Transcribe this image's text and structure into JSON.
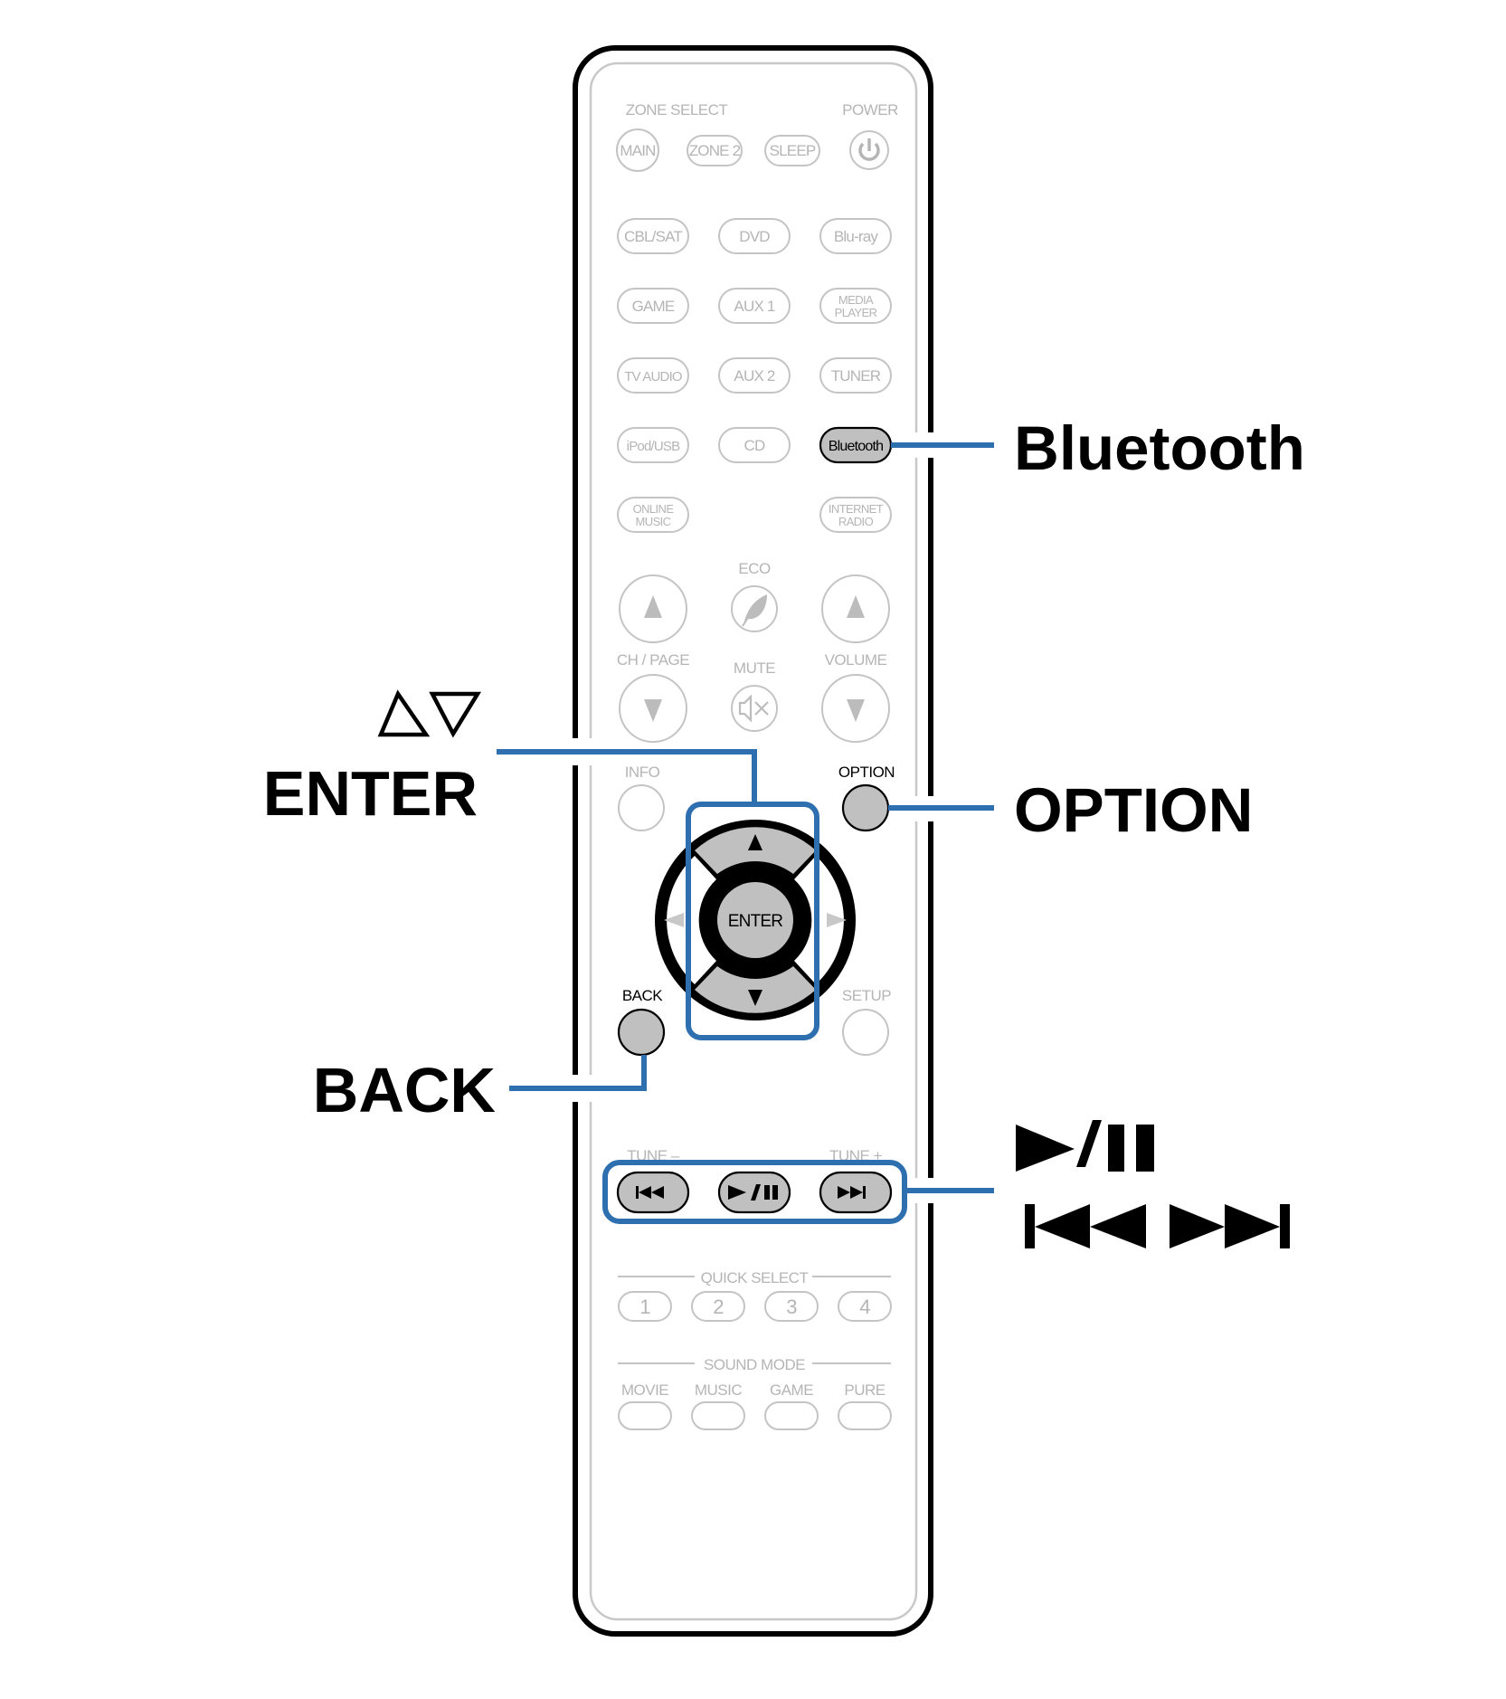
{
  "remote": {
    "zone_select": {
      "label": "ZONE SELECT",
      "buttons": [
        "MAIN",
        "ZONE 2",
        "SLEEP"
      ]
    },
    "power": {
      "label": "POWER",
      "icon": "power-icon"
    },
    "inputs": [
      [
        "CBL/SAT",
        "DVD",
        "Blu-ray"
      ],
      [
        "GAME",
        "AUX 1",
        "MEDIA PLAYER"
      ],
      [
        "TV AUDIO",
        "AUX 2",
        "TUNER"
      ],
      [
        "iPod/USB",
        "CD",
        "Bluetooth"
      ],
      [
        "ONLINE MUSIC",
        "",
        "INTERNET RADIO"
      ]
    ],
    "media_player": {
      "line1": "MEDIA",
      "line2": "PLAYER"
    },
    "online_music": {
      "line1": "ONLINE",
      "line2": "MUSIC"
    },
    "internet_radio": {
      "line1": "INTERNET",
      "line2": "RADIO"
    },
    "eco": {
      "label": "ECO",
      "icon": "leaf-icon"
    },
    "ch_page": {
      "label": "CH / PAGE"
    },
    "mute": {
      "label": "MUTE",
      "icon": "mute-icon"
    },
    "volume": {
      "label": "VOLUME"
    },
    "info": {
      "label": "INFO"
    },
    "option": {
      "label": "OPTION"
    },
    "enter": {
      "label": "ENTER"
    },
    "back": {
      "label": "BACK"
    },
    "setup": {
      "label": "SETUP"
    },
    "tune_minus": {
      "label": "TUNE –"
    },
    "tune_plus": {
      "label": "TUNE +"
    },
    "transport": [
      "previous-track",
      "play-pause",
      "next-track"
    ],
    "quick_select": {
      "label": "QUICK SELECT",
      "buttons": [
        "1",
        "2",
        "3",
        "4"
      ]
    },
    "sound_mode": {
      "label": "SOUND MODE",
      "buttons": [
        "MOVIE",
        "MUSIC",
        "GAME",
        "PURE"
      ]
    }
  },
  "callouts": {
    "bluetooth": "Bluetooth",
    "arrows": "△▽",
    "enter": "ENTER",
    "option": "OPTION",
    "back": "BACK",
    "play_pause": "play/pause",
    "skip": "previous / next"
  },
  "colors": {
    "highlight_line": "#2e6fb0",
    "highlight_button": "#c0c0c0",
    "inactive": "#b8b8b8",
    "frame": "#000000"
  }
}
